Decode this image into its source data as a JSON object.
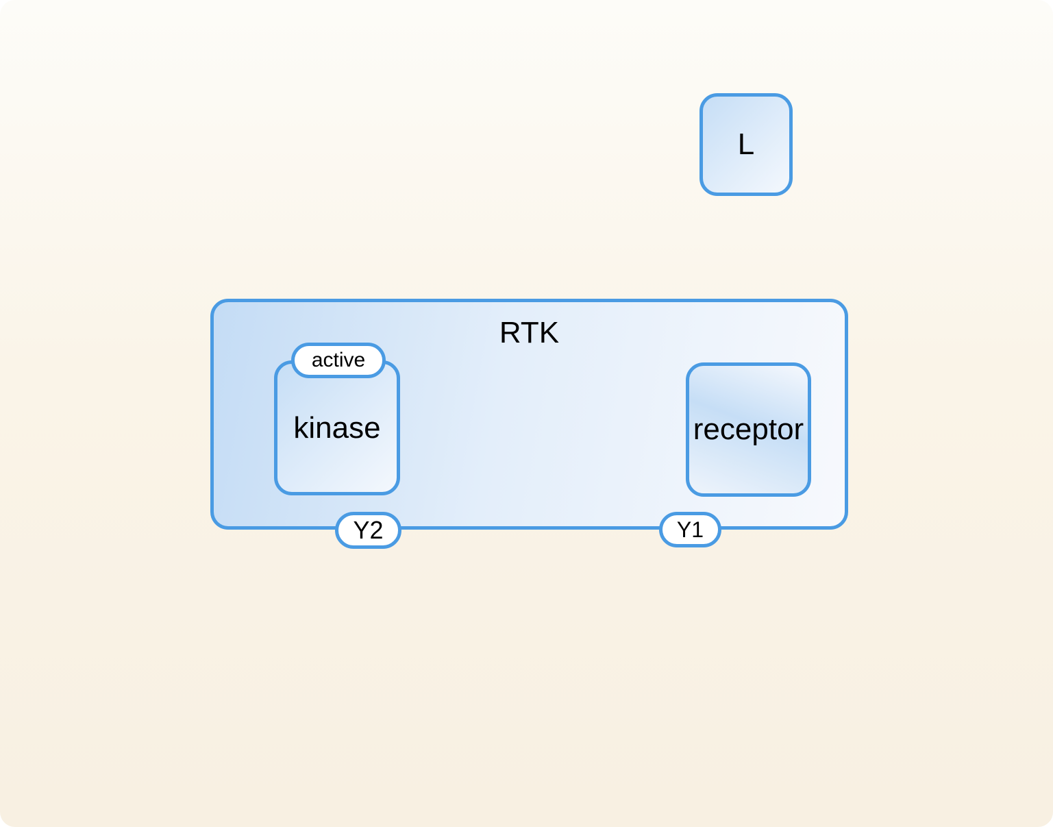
{
  "diagram": {
    "ligand": {
      "label": "L"
    },
    "complex": {
      "label": "RTK",
      "state_variables": [
        {
          "label": "Y2"
        },
        {
          "label": "Y1"
        }
      ],
      "subunits": [
        {
          "label": "kinase",
          "state": "active"
        },
        {
          "label": "receptor"
        }
      ]
    },
    "colors": {
      "border": "#4a9be3",
      "fill_light": "#f4f8fd",
      "fill_dark": "#c6def6",
      "background_top": "#fdfcf8",
      "background_bottom": "#f8f0e2"
    }
  }
}
